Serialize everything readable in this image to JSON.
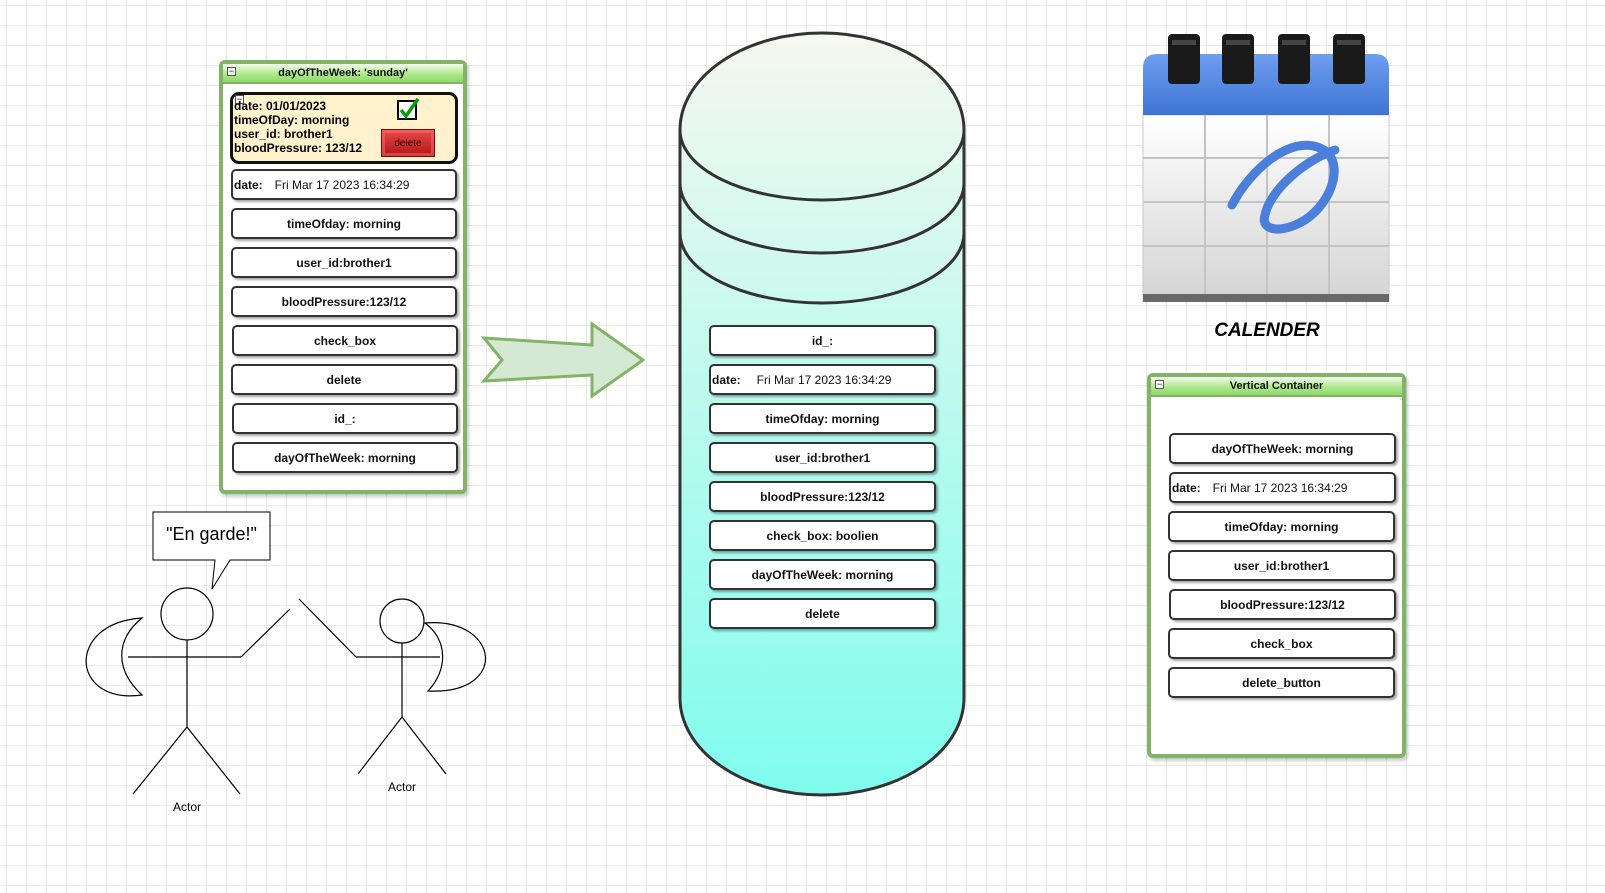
{
  "left_container": {
    "title": "dayOfTheWeek: 'sunday'",
    "record_card": {
      "date": "date: 01/01/2023",
      "time_of_day": "timeOfDay: morning",
      "user_id": "user_id: brother1",
      "blood_pressure": "bloodPressure: 123/12",
      "delete_label": "delete"
    },
    "date_key": "date:",
    "date_value": "Fri Mar 17 2023 16:34:29",
    "fields": [
      "timeOfday: morning",
      "user_id:brother1",
      "bloodPressure:123/12",
      "check_box",
      "delete",
      "id_:",
      "dayOfTheWeek: morning"
    ]
  },
  "database": {
    "id_field": "id_:",
    "date_key": "date:",
    "date_value": "Fri Mar 17 2023 16:34:29",
    "fields": [
      "timeOfday: morning",
      "user_id:brother1",
      "bloodPressure:123/12",
      "check_box: boolien",
      "dayOfTheWeek: morning",
      "delete"
    ],
    "gradient_top": "#f5f8ef",
    "gradient_bottom": "#7ffcee"
  },
  "calendar": {
    "caption": "CALENDER",
    "header_color": "#4a80dc"
  },
  "vertical_container": {
    "title": "Vertical Container",
    "first_field": "dayOfTheWeek: morning",
    "date_key": "date:",
    "date_value": "Fri Mar 17 2023 16:34:29",
    "fields": [
      "timeOfday: morning",
      "user_id:brother1",
      "bloodPressure:123/12",
      "check_box",
      "delete_button"
    ]
  },
  "actors": {
    "speech": "\"En garde!\"",
    "left_label": "Actor",
    "right_label": "Actor"
  },
  "colors": {
    "container_border": "#82b366",
    "card_fill": "#fff2cc",
    "delete_red": "#c81e1e",
    "arrow_fill": "#d5e8d4",
    "arrow_stroke": "#82b366"
  }
}
